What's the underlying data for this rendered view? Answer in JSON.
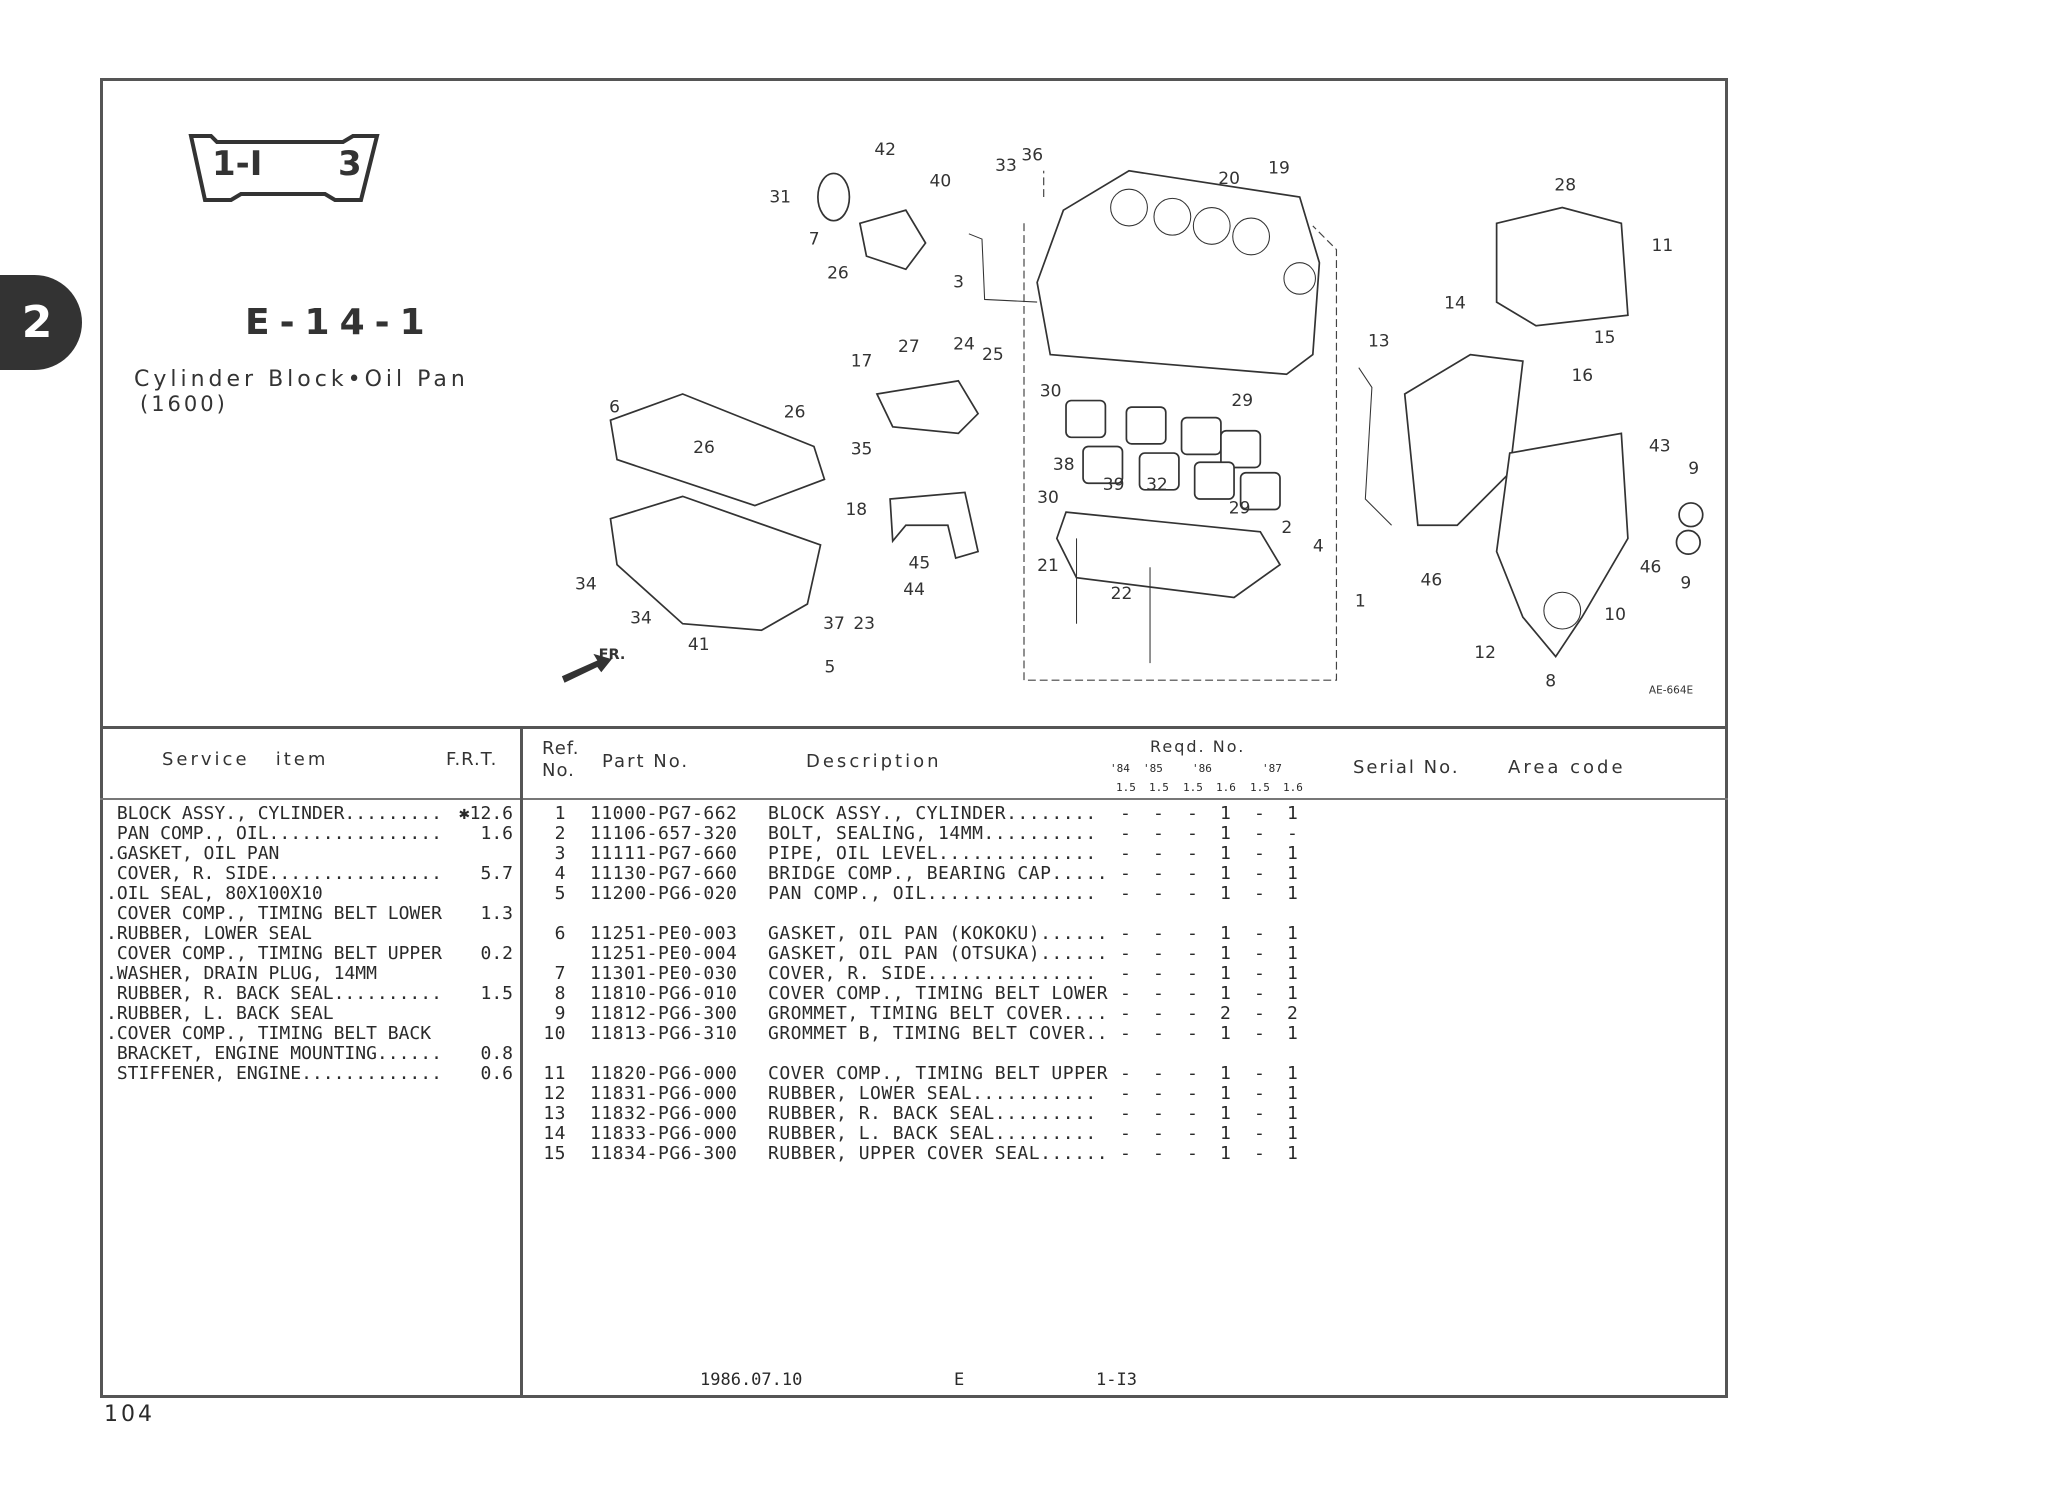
{
  "section_tab": "2",
  "group_code": {
    "left": "1-I",
    "right": "3"
  },
  "figure_no": "E-14-1",
  "title": "Cylinder Block•Oil Pan",
  "subtitle": "(1600)",
  "diagram": {
    "illustration_code": "AE-664E",
    "front_arrow": "FR.",
    "callouts": [
      "42",
      "40",
      "31",
      "7",
      "26",
      "33",
      "36",
      "19",
      "20",
      "28",
      "11",
      "3",
      "14",
      "15",
      "13",
      "16",
      "17",
      "27",
      "24",
      "25",
      "35",
      "6",
      "26",
      "26",
      "30",
      "29",
      "38",
      "39",
      "32",
      "30",
      "29",
      "2",
      "4",
      "18",
      "45",
      "44",
      "21",
      "22",
      "1",
      "43",
      "9",
      "46",
      "46",
      "9",
      "10",
      "12",
      "8",
      "34",
      "34",
      "41",
      "37",
      "23",
      "5"
    ]
  },
  "service_header": {
    "item": "Service   item",
    "frt": "F.R.T."
  },
  "service_items": [
    {
      "item": " BLOCK ASSY., CYLINDER.........",
      "frt": "✱12.6"
    },
    {
      "item": " PAN COMP., OIL................",
      "frt": "1.6"
    },
    {
      "item": ".GASKET, OIL PAN",
      "frt": ""
    },
    {
      "item": " COVER, R. SIDE................",
      "frt": "5.7"
    },
    {
      "item": ".OIL SEAL, 80X100X10",
      "frt": ""
    },
    {
      "item": " COVER COMP., TIMING BELT LOWER",
      "frt": "1.3"
    },
    {
      "item": ".RUBBER, LOWER SEAL",
      "frt": ""
    },
    {
      "item": " COVER COMP., TIMING BELT UPPER",
      "frt": "0.2"
    },
    {
      "item": ".WASHER, DRAIN PLUG, 14MM",
      "frt": ""
    },
    {
      "item": " RUBBER, R. BACK SEAL..........",
      "frt": "1.5"
    },
    {
      "item": ".RUBBER, L. BACK SEAL",
      "frt": ""
    },
    {
      "item": ".COVER COMP., TIMING BELT BACK",
      "frt": ""
    },
    {
      "item": " BRACKET, ENGINE MOUNTING......",
      "frt": "0.8"
    },
    {
      "item": " STIFFENER, ENGINE.............",
      "frt": "0.6"
    }
  ],
  "parts_header": {
    "ref_line1": "Ref.",
    "ref_line2": "No.",
    "part_no": "Part No.",
    "description": "Description",
    "reqd": "Reqd. No.",
    "years": [
      "'84",
      "'85",
      "'86",
      "'87"
    ],
    "sizes": [
      "1.5",
      "1.5",
      "1.5",
      "1.6",
      "1.5",
      "1.6"
    ],
    "serial": "Serial No.",
    "area": "Area code"
  },
  "parts_groups": [
    [
      {
        "ref": "1",
        "part": "11000-PG7-662",
        "desc": "BLOCK ASSY., CYLINDER........",
        "qty": [
          "-",
          "-",
          "-",
          "1",
          "-",
          "1"
        ]
      },
      {
        "ref": "2",
        "part": "11106-657-320",
        "desc": "BOLT, SEALING, 14MM..........",
        "qty": [
          "-",
          "-",
          "-",
          "1",
          "-",
          "-"
        ]
      },
      {
        "ref": "3",
        "part": "11111-PG7-660",
        "desc": "PIPE, OIL LEVEL..............",
        "qty": [
          "-",
          "-",
          "-",
          "1",
          "-",
          "1"
        ]
      },
      {
        "ref": "4",
        "part": "11130-PG7-660",
        "desc": "BRIDGE COMP., BEARING CAP.....",
        "qty": [
          "-",
          "-",
          "-",
          "1",
          "-",
          "1"
        ]
      },
      {
        "ref": "5",
        "part": "11200-PG6-020",
        "desc": "PAN COMP., OIL...............",
        "qty": [
          "-",
          "-",
          "-",
          "1",
          "-",
          "1"
        ]
      }
    ],
    [
      {
        "ref": "6",
        "part": "11251-PE0-003",
        "desc": "GASKET, OIL PAN (KOKOKU)......",
        "qty": [
          "-",
          "-",
          "-",
          "1",
          "-",
          "1"
        ]
      },
      {
        "ref": "",
        "part": "11251-PE0-004",
        "desc": "GASKET, OIL PAN (OTSUKA)......",
        "qty": [
          "-",
          "-",
          "-",
          "1",
          "-",
          "1"
        ]
      },
      {
        "ref": "7",
        "part": "11301-PE0-030",
        "desc": "COVER, R. SIDE...............",
        "qty": [
          "-",
          "-",
          "-",
          "1",
          "-",
          "1"
        ]
      },
      {
        "ref": "8",
        "part": "11810-PG6-010",
        "desc": "COVER COMP., TIMING BELT LOWER",
        "qty": [
          "-",
          "-",
          "-",
          "1",
          "-",
          "1"
        ]
      },
      {
        "ref": "9",
        "part": "11812-PG6-300",
        "desc": "GROMMET, TIMING BELT COVER....",
        "qty": [
          "-",
          "-",
          "-",
          "2",
          "-",
          "2"
        ]
      },
      {
        "ref": "10",
        "part": "11813-PG6-310",
        "desc": "GROMMET B, TIMING BELT COVER..",
        "qty": [
          "-",
          "-",
          "-",
          "1",
          "-",
          "1"
        ]
      }
    ],
    [
      {
        "ref": "11",
        "part": "11820-PG6-000",
        "desc": "COVER COMP., TIMING BELT UPPER",
        "qty": [
          "-",
          "-",
          "-",
          "1",
          "-",
          "1"
        ]
      },
      {
        "ref": "12",
        "part": "11831-PG6-000",
        "desc": "RUBBER, LOWER SEAL...........",
        "qty": [
          "-",
          "-",
          "-",
          "1",
          "-",
          "1"
        ]
      },
      {
        "ref": "13",
        "part": "11832-PG6-000",
        "desc": "RUBBER, R. BACK SEAL.........",
        "qty": [
          "-",
          "-",
          "-",
          "1",
          "-",
          "1"
        ]
      },
      {
        "ref": "14",
        "part": "11833-PG6-000",
        "desc": "RUBBER, L. BACK SEAL.........",
        "qty": [
          "-",
          "-",
          "-",
          "1",
          "-",
          "1"
        ]
      },
      {
        "ref": "15",
        "part": "11834-PG6-300",
        "desc": "RUBBER, UPPER COVER SEAL......",
        "qty": [
          "-",
          "-",
          "-",
          "1",
          "-",
          "1"
        ]
      }
    ]
  ],
  "footer": {
    "date": "1986.07.10",
    "code": "E",
    "group": "1-I3"
  },
  "page_number": "104"
}
